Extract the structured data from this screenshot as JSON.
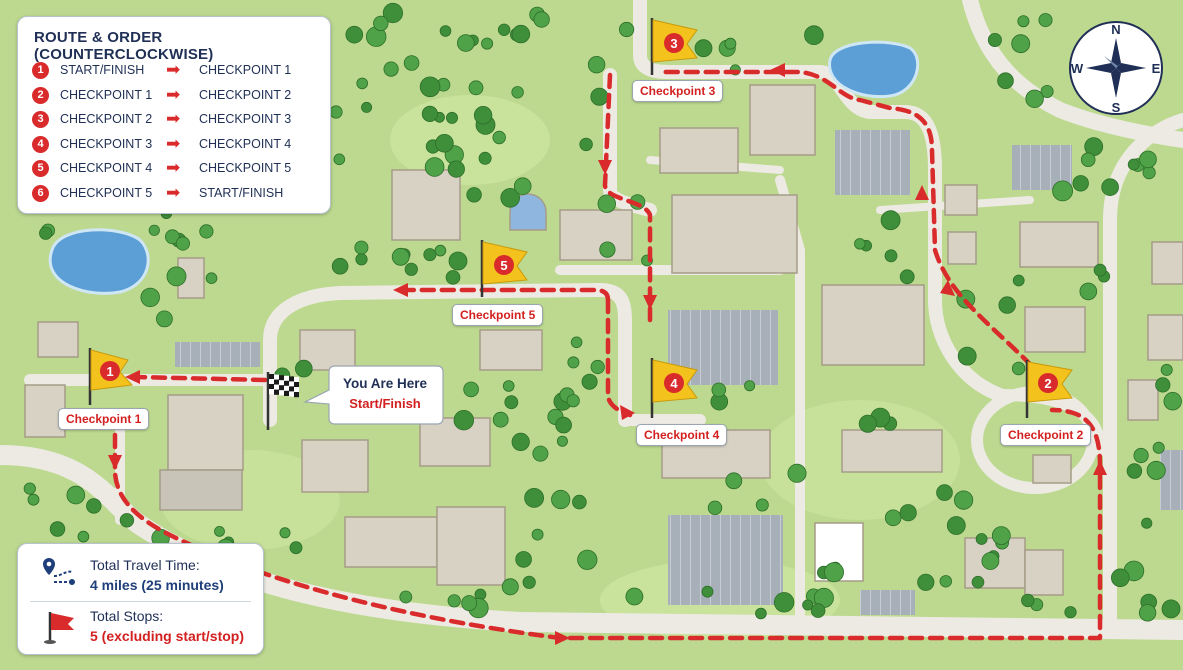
{
  "colors": {
    "route": "#d92b2b",
    "grass": "#bcd98f",
    "road": "#eceae2",
    "water": "#5b9fd6",
    "building": "#d8d2c4",
    "tree": "#3f8f3a",
    "flag": "#f4c21c",
    "navy": "#1f2f55"
  },
  "legend": {
    "title": "ROUTE & ORDER (COUNTERCLOCKWISE)",
    "rows": [
      {
        "num": "1",
        "from": "START/FINISH",
        "arrow": "➡",
        "to": "CHECKPOINT 1"
      },
      {
        "num": "2",
        "from": "CHECKPOINT 1",
        "arrow": "➡",
        "to": "CHECKPOINT 2"
      },
      {
        "num": "3",
        "from": "CHECKPOINT 2",
        "arrow": "➡",
        "to": "CHECKPOINT 3"
      },
      {
        "num": "4",
        "from": "CHECKPOINT 3",
        "arrow": "➡",
        "to": "CHECKPOINT 4"
      },
      {
        "num": "5",
        "from": "CHECKPOINT 4",
        "arrow": "➡",
        "to": "CHECKPOINT 5"
      },
      {
        "num": "6",
        "from": "CHECKPOINT 5",
        "arrow": "➡",
        "to": "START/FINISH"
      }
    ]
  },
  "summary": {
    "travel_label": "Total Travel Time:",
    "travel_value": "4 miles (25 minutes)",
    "stops_label": "Total Stops:",
    "stops_value": "5 (excluding start/stop)",
    "travel_icon": "route-icon",
    "stops_icon": "red-flag-icon"
  },
  "checkpoints": [
    {
      "num": "1",
      "label": "Checkpoint 1"
    },
    {
      "num": "2",
      "label": "Checkpoint 2"
    },
    {
      "num": "3",
      "label": "Checkpoint 3"
    },
    {
      "num": "4",
      "label": "Checkpoint 4"
    },
    {
      "num": "5",
      "label": "Checkpoint 5"
    }
  ],
  "start": {
    "title": "You Are Here",
    "subtitle": "Start/Finish",
    "icon": "checkered-flag-icon"
  },
  "compass": {
    "n": "N",
    "e": "E",
    "s": "S",
    "w": "W"
  }
}
